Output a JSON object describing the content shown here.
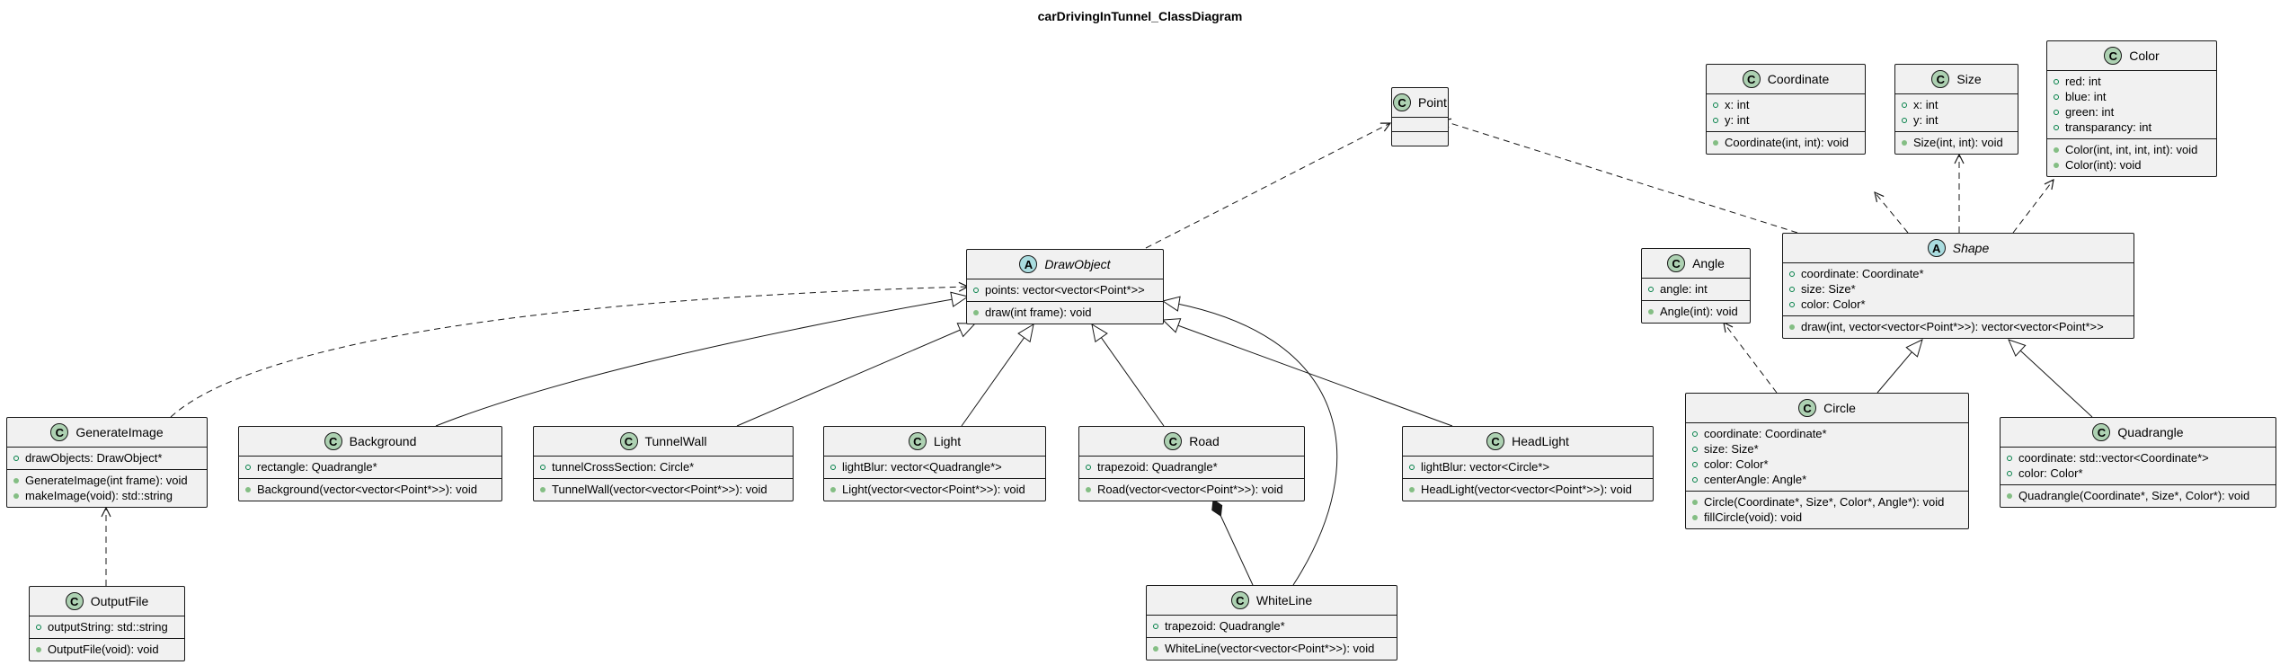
{
  "diagram_title": "carDrivingInTunnel_ClassDiagram",
  "classes": {
    "point": {
      "name": "Point",
      "stereotype": "C",
      "fields": [],
      "methods": []
    },
    "coordinate": {
      "name": "Coordinate",
      "stereotype": "C",
      "fields": [
        "x: int",
        "y: int"
      ],
      "methods": [
        "Coordinate(int, int): void"
      ]
    },
    "size": {
      "name": "Size",
      "stereotype": "C",
      "fields": [
        "x: int",
        "y: int"
      ],
      "methods": [
        "Size(int, int): void"
      ]
    },
    "color": {
      "name": "Color",
      "stereotype": "C",
      "fields": [
        "red: int",
        "blue: int",
        "green: int",
        "transparancy: int"
      ],
      "methods": [
        "Color(int, int, int, int): void",
        "Color(int): void"
      ]
    },
    "drawobject": {
      "name": "DrawObject",
      "stereotype": "A",
      "fields": [
        "points: vector<vector<Point*>>"
      ],
      "methods": [
        "draw(int frame): void"
      ]
    },
    "angle": {
      "name": "Angle",
      "stereotype": "C",
      "fields": [
        "angle: int"
      ],
      "methods": [
        "Angle(int): void"
      ]
    },
    "shape": {
      "name": "Shape",
      "stereotype": "A",
      "fields": [
        "coordinate: Coordinate*",
        "size: Size*",
        "color: Color*"
      ],
      "methods": [
        "draw(int, vector<vector<Point*>>): vector<vector<Point*>>"
      ]
    },
    "generateimage": {
      "name": "GenerateImage",
      "stereotype": "C",
      "fields": [
        "drawObjects: DrawObject*"
      ],
      "methods": [
        "GenerateImage(int frame): void",
        "makeImage(void): std::string"
      ]
    },
    "background": {
      "name": "Background",
      "stereotype": "C",
      "fields": [
        "rectangle: Quadrangle*"
      ],
      "methods": [
        "Background(vector<vector<Point*>>): void"
      ]
    },
    "tunnelwall": {
      "name": "TunnelWall",
      "stereotype": "C",
      "fields": [
        "tunnelCrossSection: Circle*"
      ],
      "methods": [
        "TunnelWall(vector<vector<Point*>>): void"
      ]
    },
    "light": {
      "name": "Light",
      "stereotype": "C",
      "fields": [
        "lightBlur: vector<Quadrangle*>"
      ],
      "methods": [
        "Light(vector<vector<Point*>>): void"
      ]
    },
    "road": {
      "name": "Road",
      "stereotype": "C",
      "fields": [
        "trapezoid: Quadrangle*"
      ],
      "methods": [
        "Road(vector<vector<Point*>>): void"
      ]
    },
    "headlight": {
      "name": "HeadLight",
      "stereotype": "C",
      "fields": [
        "lightBlur: vector<Circle*>"
      ],
      "methods": [
        "HeadLight(vector<vector<Point*>>): void"
      ]
    },
    "circle": {
      "name": "Circle",
      "stereotype": "C",
      "fields": [
        "coordinate: Coordinate*",
        "size: Size*",
        "color: Color*",
        "centerAngle: Angle*"
      ],
      "methods": [
        "Circle(Coordinate*, Size*, Color*, Angle*): void",
        "fillCircle(void): void"
      ]
    },
    "quadrangle": {
      "name": "Quadrangle",
      "stereotype": "C",
      "fields": [
        "coordinate: std::vector<Coordinate*>",
        "color: Color*"
      ],
      "methods": [
        "Quadrangle(Coordinate*, Size*, Color*): void"
      ]
    },
    "outputfile": {
      "name": "OutputFile",
      "stereotype": "C",
      "fields": [
        "outputString: std::string"
      ],
      "methods": [
        "OutputFile(void): void"
      ]
    },
    "whiteline": {
      "name": "WhiteLine",
      "stereotype": "C",
      "fields": [
        "trapezoid: Quadrangle*"
      ],
      "methods": [
        "WhiteLine(vector<vector<Point*>>): void"
      ]
    }
  },
  "relations": [
    {
      "from": "drawobject",
      "to": "point",
      "kind": "dependency"
    },
    {
      "from": "shape",
      "to": "point",
      "kind": "dependency"
    },
    {
      "from": "shape",
      "to": "coordinate",
      "kind": "dependency"
    },
    {
      "from": "shape",
      "to": "size",
      "kind": "dependency"
    },
    {
      "from": "shape",
      "to": "color",
      "kind": "dependency"
    },
    {
      "from": "generateimage",
      "to": "drawobject",
      "kind": "dependency"
    },
    {
      "from": "outputfile",
      "to": "generateimage",
      "kind": "dependency"
    },
    {
      "from": "circle",
      "to": "angle",
      "kind": "dependency"
    },
    {
      "from": "background",
      "to": "drawobject",
      "kind": "inheritance"
    },
    {
      "from": "tunnelwall",
      "to": "drawobject",
      "kind": "inheritance"
    },
    {
      "from": "light",
      "to": "drawobject",
      "kind": "inheritance"
    },
    {
      "from": "road",
      "to": "drawobject",
      "kind": "inheritance"
    },
    {
      "from": "headlight",
      "to": "drawobject",
      "kind": "inheritance"
    },
    {
      "from": "whiteline",
      "to": "drawobject",
      "kind": "inheritance"
    },
    {
      "from": "circle",
      "to": "shape",
      "kind": "inheritance"
    },
    {
      "from": "quadrangle",
      "to": "shape",
      "kind": "inheritance"
    },
    {
      "from": "whiteline",
      "to": "road",
      "kind": "composition"
    }
  ],
  "colors": {
    "class_fill": "#f1f1f1",
    "border": "#181818",
    "class_badge": "#add1b2",
    "abstract_badge": "#a9dcdf",
    "field_marker": "#038048",
    "method_marker": "#84be84"
  }
}
